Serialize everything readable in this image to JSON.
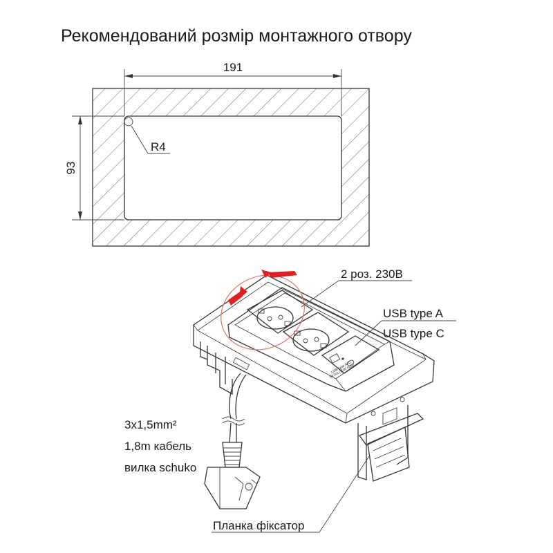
{
  "title": "Рекомендований розмір монтажного отвору",
  "dimensions": {
    "width": "191",
    "height": "93",
    "radius": "R4"
  },
  "callouts": {
    "sockets": "2 роз. 230В",
    "usb_a": "USB type A",
    "usb_c": "USB type C",
    "cable_line1": "3x1,5mm²",
    "cable_line2": "1,8m кабель",
    "cable_line3": "вилка schuko",
    "clamp": "Планка фіксатор"
  },
  "usb_panel_text": {
    "line1": "USB type A+C",
    "line2": "5V/3A (15W max)"
  },
  "colors": {
    "line": "#333333",
    "rotation_arrow": "#e02020",
    "highlight_circle": "#e07070"
  }
}
